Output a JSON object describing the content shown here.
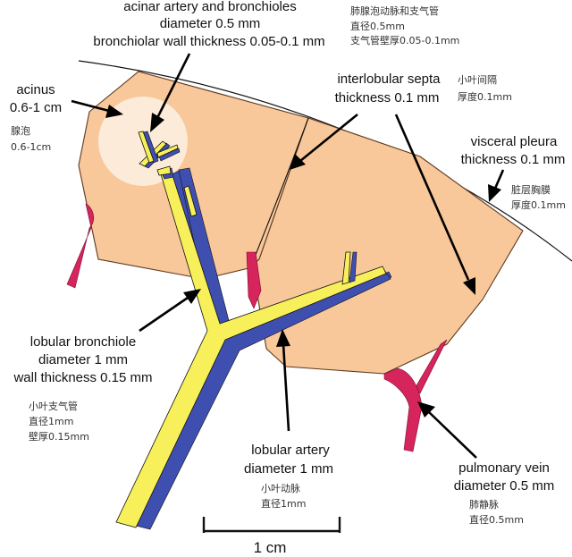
{
  "colors": {
    "lobule_fill": "#f8c79a",
    "lobule_stroke": "#5a3a20",
    "acinus_highlight": "#fdf1e4",
    "bronchiole": "#f7f05a",
    "artery": "#3f4fb0",
    "vein": "#d6245d",
    "outline": "#111111"
  },
  "labels": {
    "acinar": {
      "en": [
        "acinar artery and bronchioles",
        "diameter 0.5 mm",
        "bronchiolar wall thickness 0.05-0.1 mm"
      ],
      "zh": [
        "肺腺泡动脉和支气管",
        "直径0.5mm",
        "支气管壁厚0.05-0.1mm"
      ]
    },
    "acinus": {
      "en": [
        "acinus",
        "0.6-1 cm"
      ],
      "zh": [
        "腺泡",
        "0.6-1cm"
      ]
    },
    "septa": {
      "en": [
        "interlobular septa",
        "thickness 0.1 mm"
      ],
      "zh": [
        "小叶间隔",
        "厚度0.1mm"
      ]
    },
    "pleura": {
      "en": [
        "visceral pleura",
        "thickness 0.1 mm"
      ],
      "zh": [
        "脏层胸膜",
        "厚度0.1mm"
      ]
    },
    "bronchiole": {
      "en": [
        "lobular bronchiole",
        "diameter 1 mm",
        "wall thickness 0.15 mm"
      ],
      "zh": [
        "小叶支气管",
        "直径1mm",
        "壁厚0.15mm"
      ]
    },
    "artery": {
      "en": [
        "lobular artery",
        "diameter 1 mm"
      ],
      "zh": [
        "小叶动脉",
        "直径1mm"
      ]
    },
    "vein": {
      "en": [
        "pulmonary vein",
        "diameter 0.5 mm"
      ],
      "zh": [
        "肺静脉",
        "直径0.5mm"
      ]
    },
    "scale": "1 cm"
  }
}
